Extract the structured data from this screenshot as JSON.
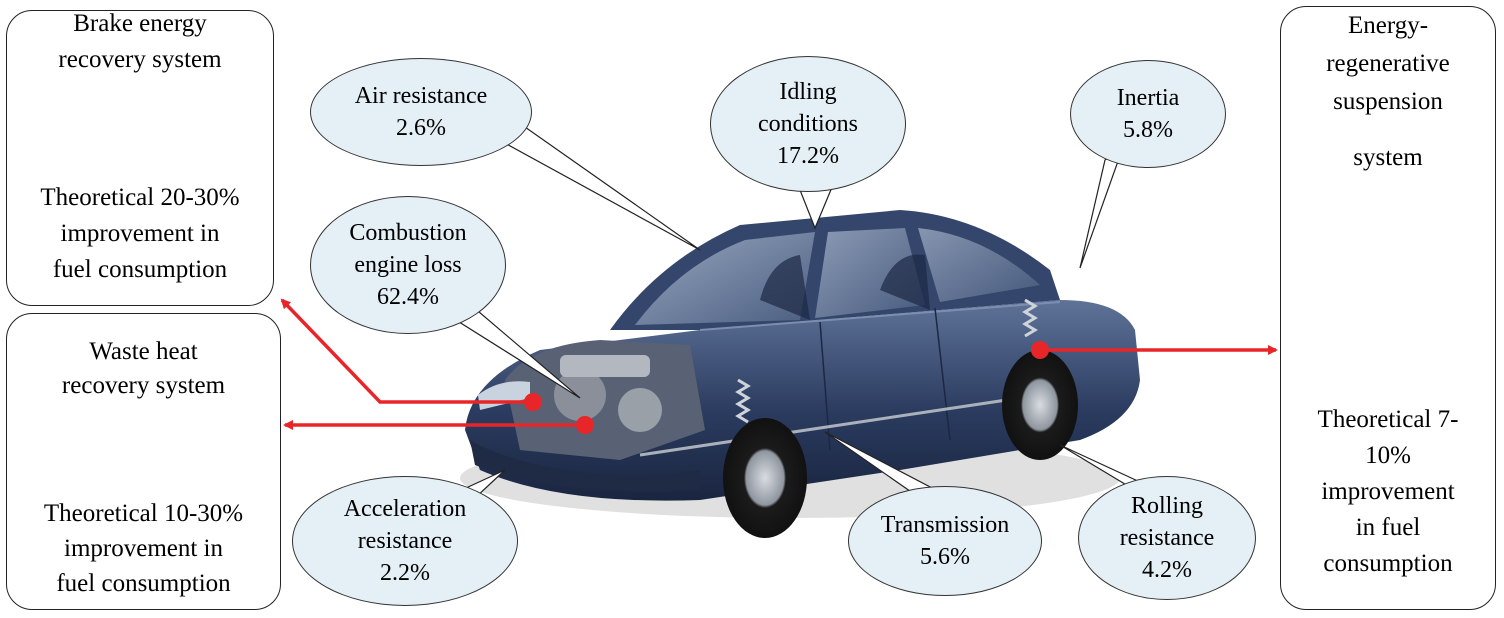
{
  "left_top_box": {
    "title": [
      "Brake energy",
      "recovery system"
    ],
    "improvement": [
      "Theoretical 20-30%",
      "improvement in",
      "fuel consumption"
    ]
  },
  "left_bottom_box": {
    "title": [
      "Waste heat",
      "recovery system"
    ],
    "improvement": [
      "Theoretical 10-30%",
      "improvement in",
      "fuel consumption"
    ]
  },
  "right_box": {
    "title": [
      "Energy-",
      "regenerative",
      "suspension",
      "system"
    ],
    "improvement": [
      "Theoretical 7-",
      "10%",
      "improvement",
      "in fuel",
      "consumption"
    ]
  },
  "losses": [
    {
      "label": [
        "Air resistance"
      ],
      "value": "2.6%"
    },
    {
      "label": [
        "Idling",
        "conditions"
      ],
      "value": "17.2%"
    },
    {
      "label": [
        "Inertia"
      ],
      "value": "5.8%"
    },
    {
      "label": [
        "Combustion",
        "engine loss"
      ],
      "value": "62.4%"
    },
    {
      "label": [
        "Acceleration",
        "resistance"
      ],
      "value": "2.2%"
    },
    {
      "label": [
        "Transmission"
      ],
      "value": "5.6%"
    },
    {
      "label": [
        "Rolling",
        "resistance"
      ],
      "value": "4.2%"
    }
  ],
  "colors": {
    "arrow_red": "#e8262a",
    "bubble_fill": "#e4eff6",
    "car_body": "#2a3b5e",
    "lightning": "#f2e600",
    "brake_caliper": "#f0b400"
  },
  "icons": [
    "brake-disc-icon",
    "engine-photo-icon",
    "lightning-icon",
    "spring-icon",
    "car-illustration"
  ]
}
